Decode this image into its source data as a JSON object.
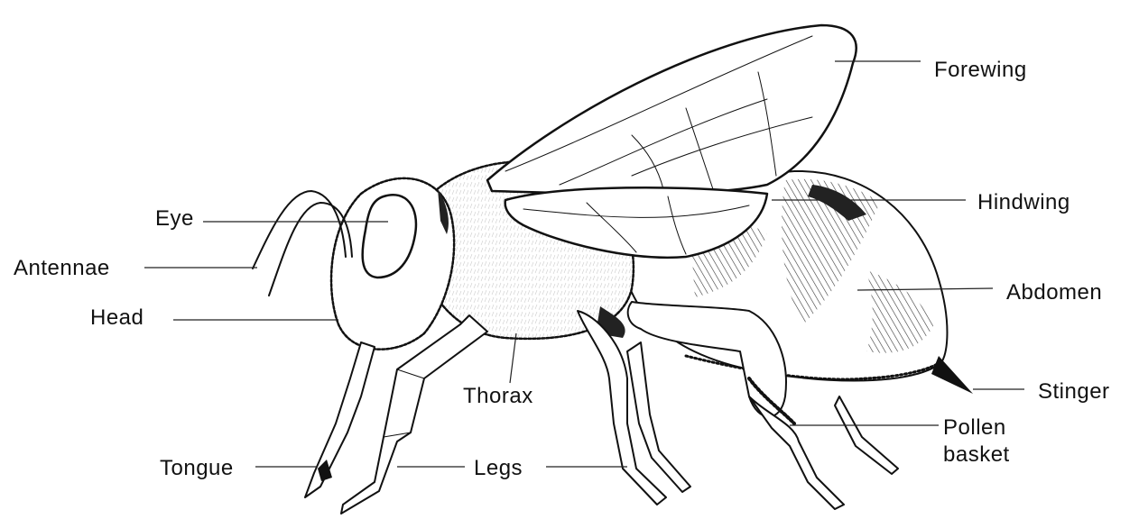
{
  "labels": {
    "forewing": "Forewing",
    "hindwing": "Hindwing",
    "abdomen": "Abdomen",
    "stinger": "Stinger",
    "pollen_line1": "Pollen",
    "pollen_line2": "basket",
    "legs": "Legs",
    "thorax": "Thorax",
    "tongue": "Tongue",
    "head": "Head",
    "antennae": "Antennae",
    "eye": "Eye"
  }
}
